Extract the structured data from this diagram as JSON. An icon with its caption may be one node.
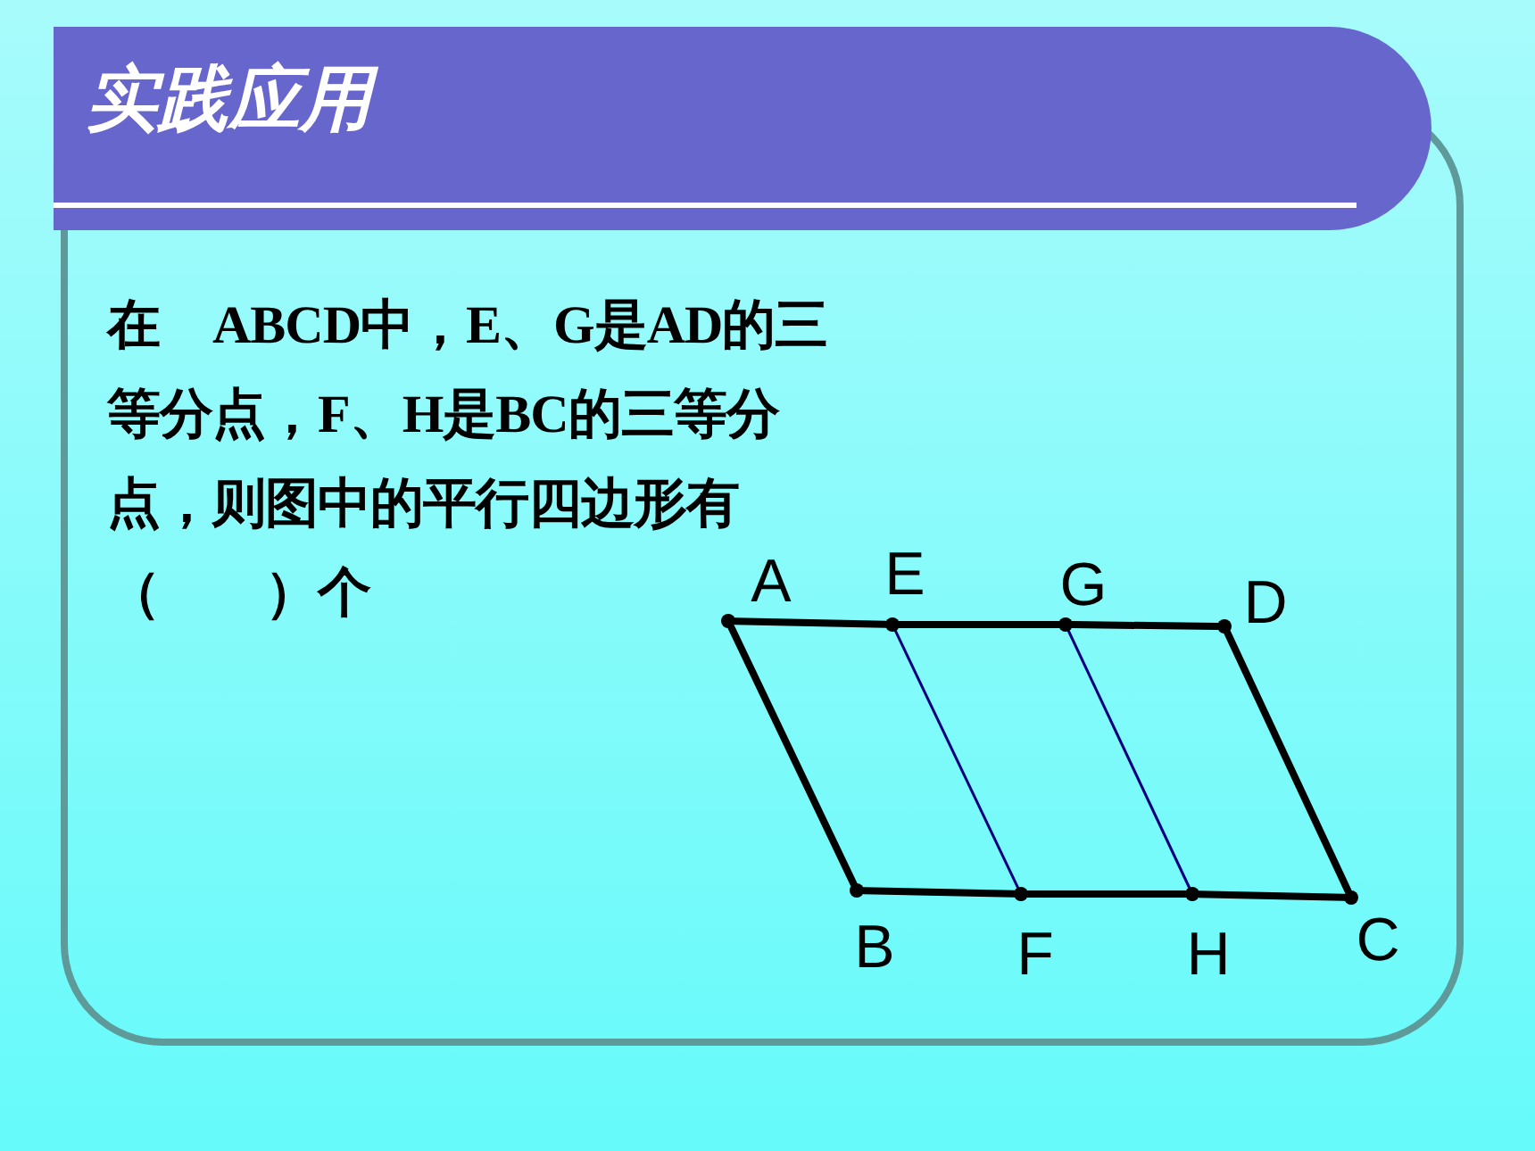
{
  "diagram": {
    "title": "实践应用",
    "nodes": [
      {
        "text": [],
        "shape": "circle",
        "beside": [
          "A"
        ]
      },
      {
        "text": [],
        "shape": "circle",
        "beside": [
          "E"
        ]
      },
      {
        "text": [],
        "shape": "circle",
        "beside": [
          "G"
        ]
      },
      {
        "text": [],
        "shape": "circle",
        "beside": [
          "D"
        ]
      },
      {
        "text": [],
        "shape": "circle",
        "beside": [
          "B"
        ]
      },
      {
        "text": [],
        "shape": "circle",
        "beside": [
          "F"
        ]
      },
      {
        "text": [],
        "shape": "circle",
        "beside": [
          "H"
        ]
      },
      {
        "text": [],
        "shape": "circle",
        "beside": [
          "C"
        ]
      }
    ],
    "edges": [
      {
        "from": 0,
        "to": 1,
        "arrow": "none"
      },
      {
        "from": 1,
        "to": 2,
        "arrow": "none"
      },
      {
        "from": 2,
        "to": 3,
        "arrow": "none"
      },
      {
        "from": 3,
        "to": 7,
        "arrow": "none"
      },
      {
        "from": 7,
        "to": 6,
        "arrow": "none"
      },
      {
        "from": 6,
        "to": 5,
        "arrow": "none"
      },
      {
        "from": 5,
        "to": 4,
        "arrow": "none"
      },
      {
        "from": 4,
        "to": 0,
        "arrow": "none"
      },
      {
        "from": 1,
        "to": 5,
        "arrow": "none",
        "color": "#000080"
      },
      {
        "from": 2,
        "to": 6,
        "arrow": "none",
        "color": "#000080"
      }
    ],
    "labels": [
      "在　ABCD中，E、G是AD的三等分点，F、H是BC的三等分点，则图中的平行四边形有（　　）个"
    ]
  }
}
